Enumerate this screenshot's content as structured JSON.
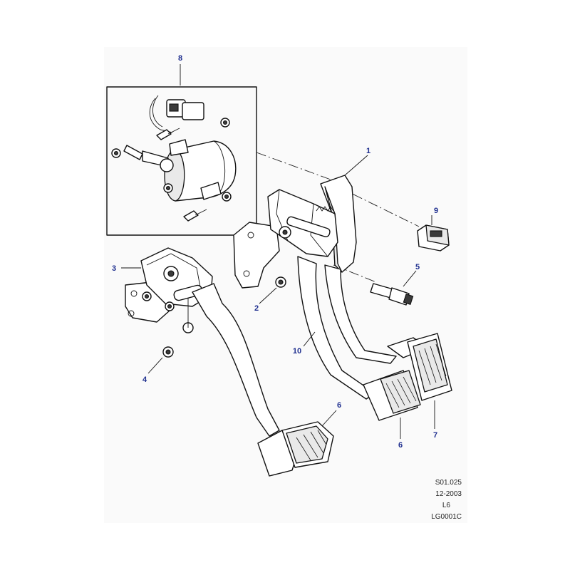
{
  "callouts": {
    "c1": "1",
    "c2": "2",
    "c3": "3",
    "c4": "4",
    "c5": "5",
    "c6a": "6",
    "c6b": "6",
    "c7": "7",
    "c8": "8",
    "c9": "9",
    "c10": "10"
  },
  "reference": {
    "section": "S01.025",
    "date": "12-2003",
    "model": "L6",
    "illustration_id": "LG0001C"
  },
  "colors": {
    "callout": "#1f2f8f",
    "background": "#fafafa",
    "line": "#111111"
  }
}
